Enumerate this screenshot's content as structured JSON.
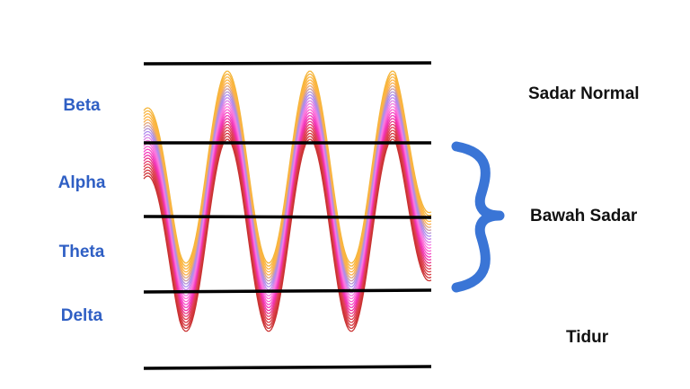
{
  "waves": [
    {
      "name": "Beta"
    },
    {
      "name": "Alpha"
    },
    {
      "name": "Theta"
    },
    {
      "name": "Delta"
    }
  ],
  "states": [
    {
      "name": "Sadar Normal"
    },
    {
      "name": "Bawah Sadar"
    },
    {
      "name": "Tidur"
    }
  ],
  "colors": {
    "wave_label": "#2f5fc4",
    "brace": "#3a75d6",
    "lines": "#000000",
    "gradient": [
      "#f5b63a",
      "#ffb347",
      "#a58cf0",
      "#ff7de0",
      "#f230b8",
      "#e0404f",
      "#c93232"
    ]
  }
}
